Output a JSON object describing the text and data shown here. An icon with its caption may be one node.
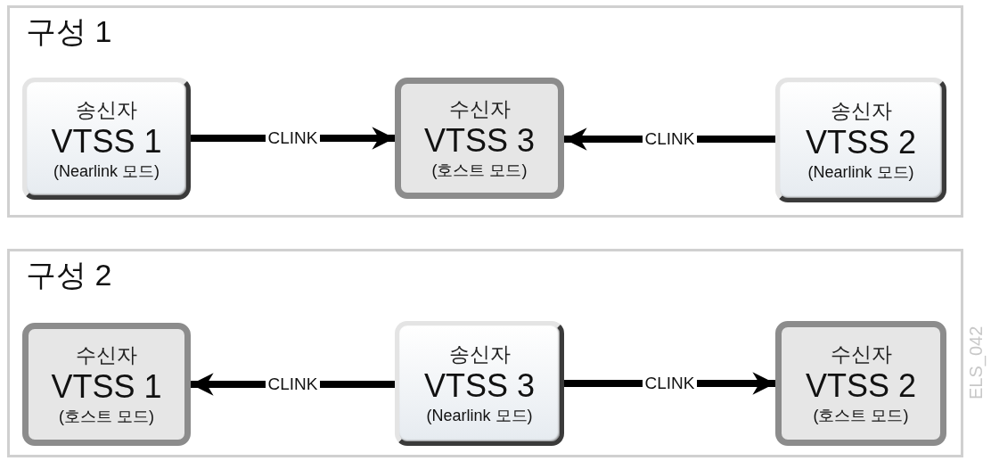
{
  "diagram": {
    "nodes": [
      {
        "text": [
          "구성 1"
        ]
      },
      {
        "text": [
          "송신자",
          "VTSS 1",
          "(Nearlink 모드)"
        ],
        "in": 0
      },
      {
        "text": [
          "수신자",
          "VTSS 3",
          "(호스트 모드)"
        ],
        "in": 0
      },
      {
        "text": [
          "송신자",
          "VTSS 2",
          "(Nearlink 모드)"
        ],
        "in": 0
      },
      {
        "text": [
          "구성 2"
        ]
      },
      {
        "text": [
          "수신자",
          "VTSS 1",
          "(호스트 모드)"
        ],
        "in": 4
      },
      {
        "text": [
          "송신자",
          "VTSS 3",
          "(Nearlink 모드)"
        ],
        "in": 4
      },
      {
        "text": [
          "수신자",
          "VTSS 2",
          "(호스트 모드)"
        ],
        "in": 4
      }
    ],
    "edges": [
      {
        "from": 1,
        "to": 2,
        "arrow": "to",
        "label": "CLINK"
      },
      {
        "from": 3,
        "to": 2,
        "arrow": "to",
        "label": "CLINK"
      },
      {
        "from": 6,
        "to": 5,
        "arrow": "to",
        "label": "CLINK"
      },
      {
        "from": 6,
        "to": 7,
        "arrow": "to",
        "label": "CLINK"
      }
    ],
    "labels": [
      "ELS_042"
    ]
  }
}
